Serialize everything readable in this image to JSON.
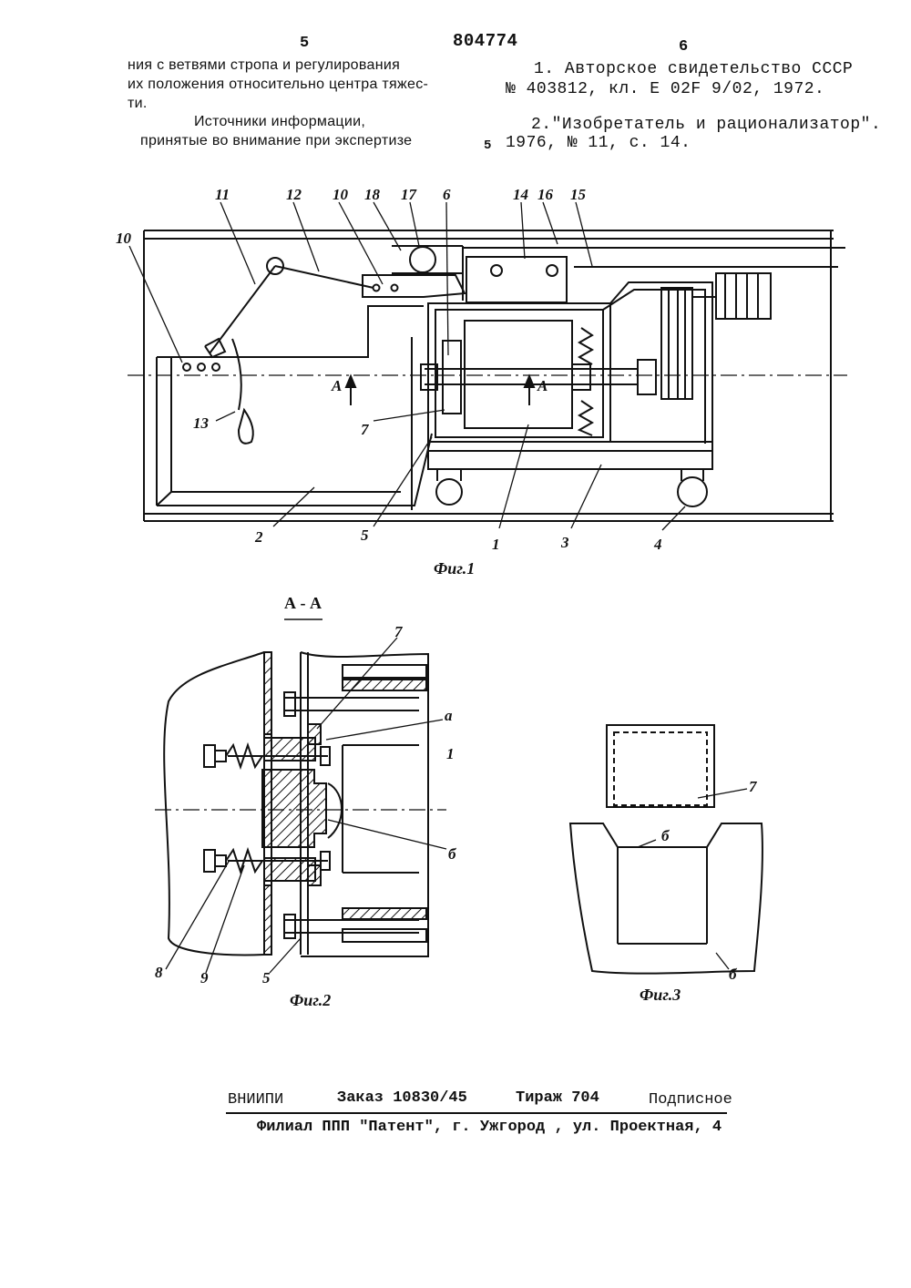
{
  "header": {
    "page_left": "5",
    "patent_no": "804774",
    "page_right": "6",
    "left_lines": [
      "ния с ветвями стропа и регулирования",
      "их положения относительно центра тяжес-",
      "ти."
    ],
    "sources_title": "Источники информации,",
    "sources_sub": "принятые во внимание при экспертизе",
    "ref1_a": "1. Авторское свидетельство СССР",
    "ref1_b": "№ 403812, кл. Е 02F 9/02, 1972.",
    "ref2_a": "2.\"Изобретатель и рационализатор\".",
    "ref2_line_no": "5",
    "ref2_b": "1976, № 11, с. 14."
  },
  "fig1": {
    "caption": "Фиг.1",
    "labels": [
      "10",
      "11",
      "12",
      "10",
      "18",
      "17",
      "6",
      "14",
      "16",
      "15",
      "13",
      "7",
      "5",
      "2",
      "1",
      "3",
      "4"
    ],
    "section_mark": "А"
  },
  "fig2": {
    "section_title": "А - А",
    "caption": "Фиг.2",
    "labels": [
      "7",
      "а",
      "1",
      "б",
      "8",
      "9",
      "5"
    ]
  },
  "fig3": {
    "caption": "Фиг.3",
    "labels": [
      "7",
      "б",
      "б"
    ]
  },
  "footer": {
    "org": "ВНИИПИ",
    "order": "Заказ 10830/45",
    "print_run": "Тираж 704",
    "subscription": "Подписное",
    "branch": "Филиал ППП \"Патент\", г. Ужгород , ул. Проектная, 4"
  }
}
